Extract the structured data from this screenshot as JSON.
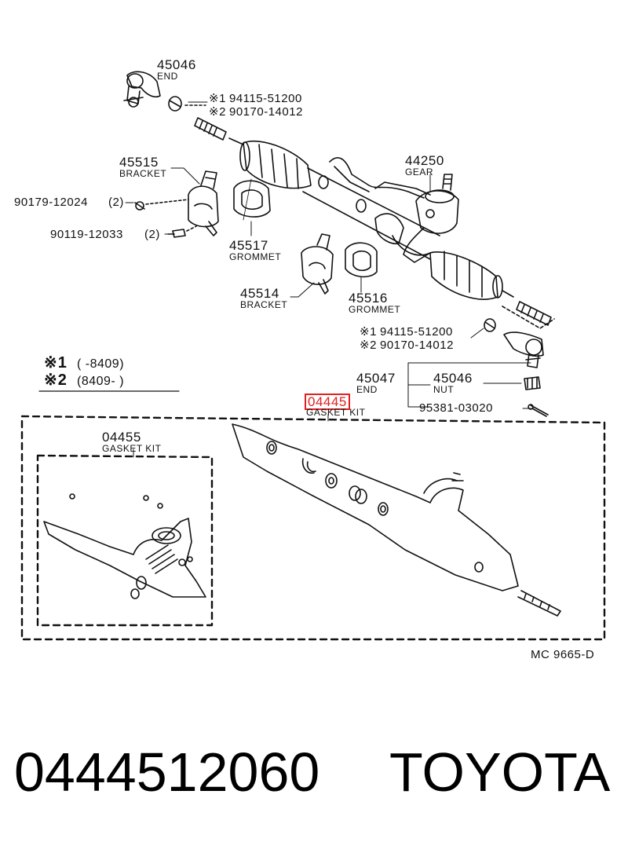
{
  "parts": {
    "end_top": {
      "number": "45046",
      "name": "END"
    },
    "nut_top_1": {
      "mark": "※1",
      "number": "94115-51200"
    },
    "nut_top_2": {
      "mark": "※2",
      "number": "90170-14012"
    },
    "bracket_upper": {
      "number": "45515",
      "name": "BRACKET"
    },
    "bolt_upper": {
      "number": "90179-12024",
      "qty": "(2)"
    },
    "bolt_lower": {
      "number": "90119-12033",
      "qty": "(2)"
    },
    "grommet_upper": {
      "number": "45517",
      "name": "GROMMET"
    },
    "gear": {
      "number": "44250",
      "name": "GEAR"
    },
    "bracket_lower": {
      "number": "45514",
      "name": "BRACKET"
    },
    "grommet_lower": {
      "number": "45516",
      "name": "GROMMET"
    },
    "nut_bot_1": {
      "mark": "※1",
      "number": "94115-51200"
    },
    "nut_bot_2": {
      "mark": "※2",
      "number": "90170-14012"
    },
    "end_bottom": {
      "number": "45047",
      "name": "END"
    },
    "nut": {
      "number": "45046",
      "name": "NUT"
    },
    "cotter_pin": {
      "number": "95381-03020"
    },
    "gasket_kit_main": {
      "number": "04445",
      "name": "GASKET KIT"
    },
    "gasket_kit_sub": {
      "number": "04455",
      "name": "GASKET KIT"
    }
  },
  "notes": {
    "note1": {
      "mark": "※1",
      "range": "(       -8409)"
    },
    "note2": {
      "mark": "※2",
      "range": "(8409-       )"
    }
  },
  "diagram_code": "MC 9665-D",
  "footer": {
    "part_number": "0444512060",
    "brand": "TOYOTA"
  },
  "colors": {
    "highlight": "#e02020",
    "line": "#111111"
  }
}
